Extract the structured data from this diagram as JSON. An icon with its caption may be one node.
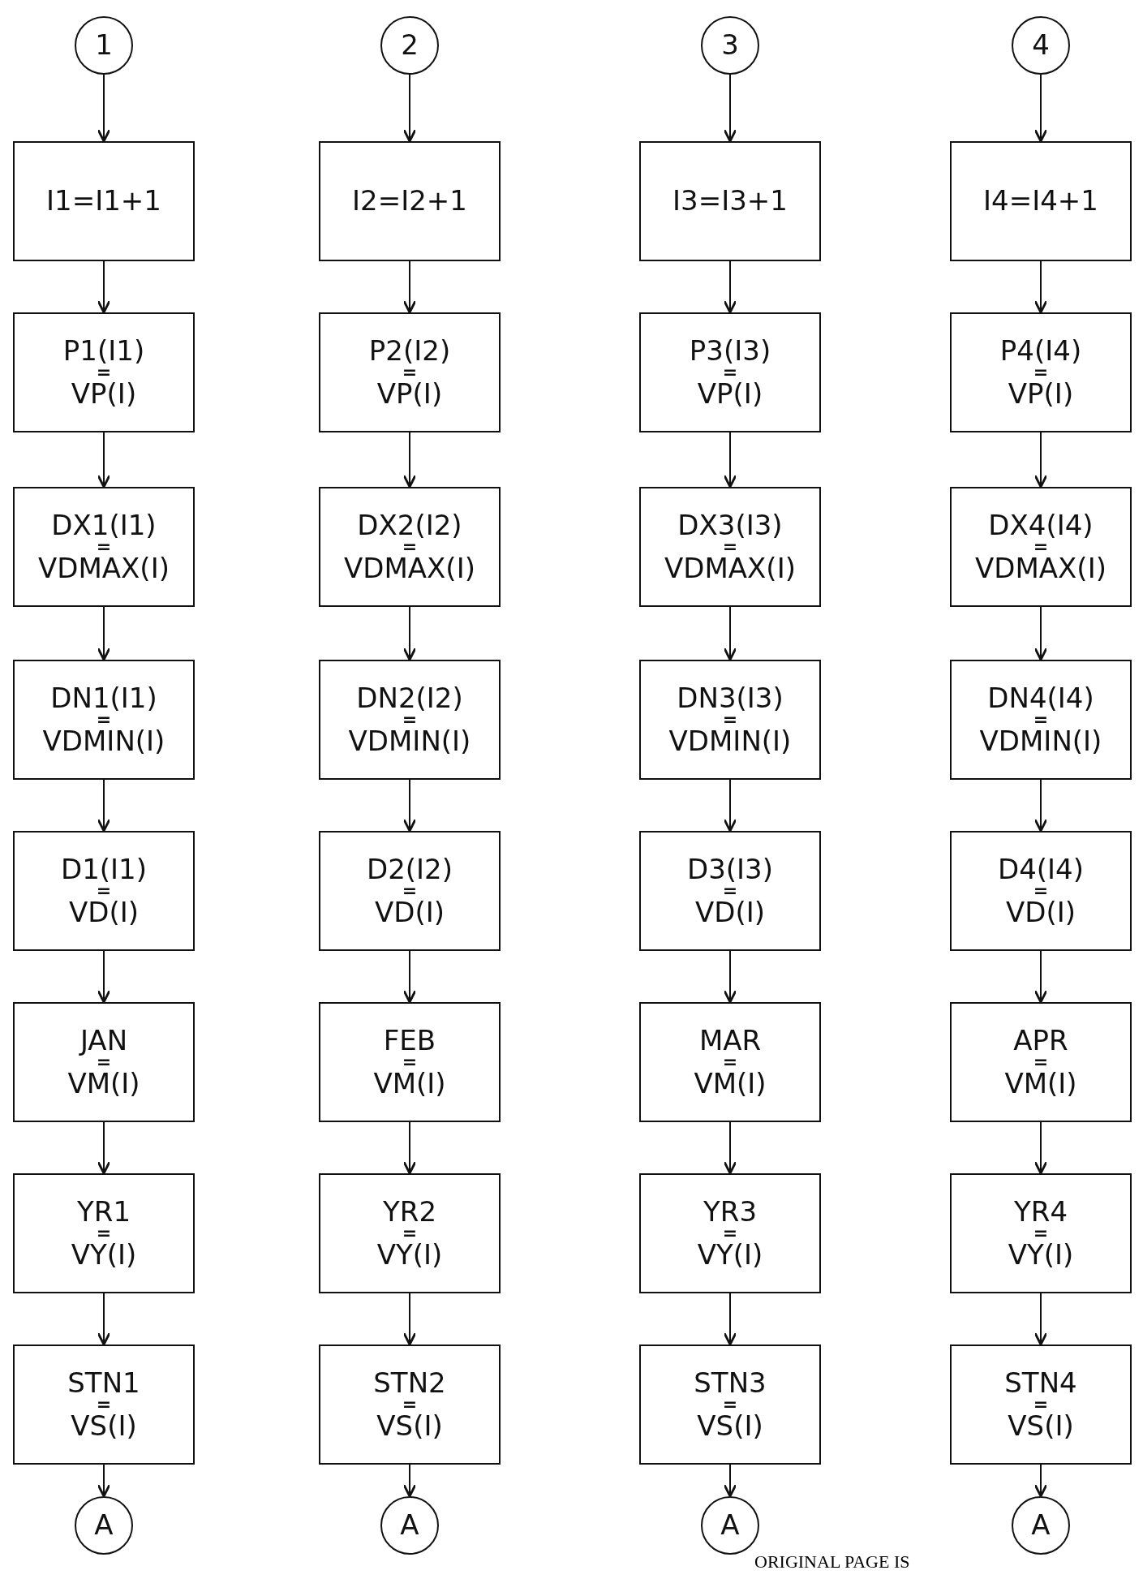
{
  "diagram": {
    "nodes": [
      {
        "text": [
          "1"
        ]
      },
      {
        "text": [
          "I1=I1+1"
        ]
      },
      {
        "text": [
          "P1(I1)",
          "=",
          "VP(I)"
        ]
      },
      {
        "text": [
          "DX1(I1)",
          "=",
          "VDMAX(I)"
        ]
      },
      {
        "text": [
          "DN1(I1)",
          "=",
          "VDMIN(I)"
        ]
      },
      {
        "text": [
          "D1(I1)",
          "=",
          "VD(I)"
        ]
      },
      {
        "text": [
          "JAN",
          "=",
          "VM(I)"
        ]
      },
      {
        "text": [
          "YR1",
          "=",
          "VY(I)"
        ]
      },
      {
        "text": [
          "STN1",
          "=",
          "VS(I)"
        ]
      },
      {
        "text": [
          "A"
        ]
      },
      {
        "text": [
          "2"
        ]
      },
      {
        "text": [
          "I2=I2+1"
        ]
      },
      {
        "text": [
          "P2(I2)",
          "=",
          "VP(I)"
        ]
      },
      {
        "text": [
          "DX2(I2)",
          "=",
          "VDMAX(I)"
        ]
      },
      {
        "text": [
          "DN2(I2)",
          "=",
          "VDMIN(I)"
        ]
      },
      {
        "text": [
          "D2(I2)",
          "=",
          "VD(I)"
        ]
      },
      {
        "text": [
          "FEB",
          "=",
          "VM(I)"
        ]
      },
      {
        "text": [
          "YR2",
          "=",
          "VY(I)"
        ]
      },
      {
        "text": [
          "STN2",
          "=",
          "VS(I)"
        ]
      },
      {
        "text": [
          "A"
        ]
      },
      {
        "text": [
          "3"
        ]
      },
      {
        "text": [
          "I3=I3+1"
        ]
      },
      {
        "text": [
          "P3(I3)",
          "=",
          "VP(I)"
        ]
      },
      {
        "text": [
          "DX3(I3)",
          "=",
          "VDMAX(I)"
        ]
      },
      {
        "text": [
          "DN3(I3)",
          "=",
          "VDMIN(I)"
        ]
      },
      {
        "text": [
          "D3(I3)",
          "=",
          "VD(I)"
        ]
      },
      {
        "text": [
          "MAR",
          "=",
          "VM(I)"
        ]
      },
      {
        "text": [
          "YR3",
          "=",
          "VY(I)"
        ]
      },
      {
        "text": [
          "STN3",
          "=",
          "VS(I)"
        ]
      },
      {
        "text": [
          "A"
        ]
      },
      {
        "text": [
          "4"
        ]
      },
      {
        "text": [
          "I4=I4+1"
        ]
      },
      {
        "text": [
          "P4(I4)",
          "=",
          "VP(I)"
        ]
      },
      {
        "text": [
          "DX4(I4)",
          "=",
          "VDMAX(I)"
        ]
      },
      {
        "text": [
          "DN4(I4)",
          "=",
          "VDMIN(I)"
        ]
      },
      {
        "text": [
          "D4(I4)",
          "=",
          "VD(I)"
        ]
      },
      {
        "text": [
          "APR",
          "=",
          "VM(I)"
        ]
      },
      {
        "text": [
          "YR4",
          "=",
          "VY(I)"
        ]
      },
      {
        "text": [
          "STN4",
          "=",
          "VS(I)"
        ]
      },
      {
        "text": [
          "A"
        ]
      }
    ],
    "edges": [
      {
        "from": 0,
        "to": 1,
        "arrow": "to"
      },
      {
        "from": 1,
        "to": 2,
        "arrow": "to"
      },
      {
        "from": 2,
        "to": 3,
        "arrow": "to"
      },
      {
        "from": 3,
        "to": 4,
        "arrow": "to"
      },
      {
        "from": 4,
        "to": 5,
        "arrow": "to"
      },
      {
        "from": 5,
        "to": 6,
        "arrow": "to"
      },
      {
        "from": 6,
        "to": 7,
        "arrow": "to"
      },
      {
        "from": 7,
        "to": 8,
        "arrow": "to"
      },
      {
        "from": 8,
        "to": 9,
        "arrow": "to"
      },
      {
        "from": 10,
        "to": 11,
        "arrow": "to"
      },
      {
        "from": 11,
        "to": 12,
        "arrow": "to"
      },
      {
        "from": 12,
        "to": 13,
        "arrow": "to"
      },
      {
        "from": 13,
        "to": 14,
        "arrow": "to"
      },
      {
        "from": 14,
        "to": 15,
        "arrow": "to"
      },
      {
        "from": 15,
        "to": 16,
        "arrow": "to"
      },
      {
        "from": 16,
        "to": 17,
        "arrow": "to"
      },
      {
        "from": 17,
        "to": 18,
        "arrow": "to"
      },
      {
        "from": 18,
        "to": 19,
        "arrow": "to"
      },
      {
        "from": 20,
        "to": 21,
        "arrow": "to"
      },
      {
        "from": 21,
        "to": 22,
        "arrow": "to"
      },
      {
        "from": 22,
        "to": 23,
        "arrow": "to"
      },
      {
        "from": 23,
        "to": 24,
        "arrow": "to"
      },
      {
        "from": 24,
        "to": 25,
        "arrow": "to"
      },
      {
        "from": 25,
        "to": 26,
        "arrow": "to"
      },
      {
        "from": 26,
        "to": 27,
        "arrow": "to"
      },
      {
        "from": 27,
        "to": 28,
        "arrow": "to"
      },
      {
        "from": 28,
        "to": 29,
        "arrow": "to"
      },
      {
        "from": 30,
        "to": 31,
        "arrow": "to"
      },
      {
        "from": 31,
        "to": 32,
        "arrow": "to"
      },
      {
        "from": 32,
        "to": 33,
        "arrow": "to"
      },
      {
        "from": 33,
        "to": 34,
        "arrow": "to"
      },
      {
        "from": 34,
        "to": 35,
        "arrow": "to"
      },
      {
        "from": 35,
        "to": 36,
        "arrow": "to"
      },
      {
        "from": 36,
        "to": 37,
        "arrow": "to"
      },
      {
        "from": 37,
        "to": 38,
        "arrow": "to"
      },
      {
        "from": 38,
        "to": 39,
        "arrow": "to"
      }
    ],
    "labels": [
      "ORIGINAL PAGE IS"
    ]
  }
}
